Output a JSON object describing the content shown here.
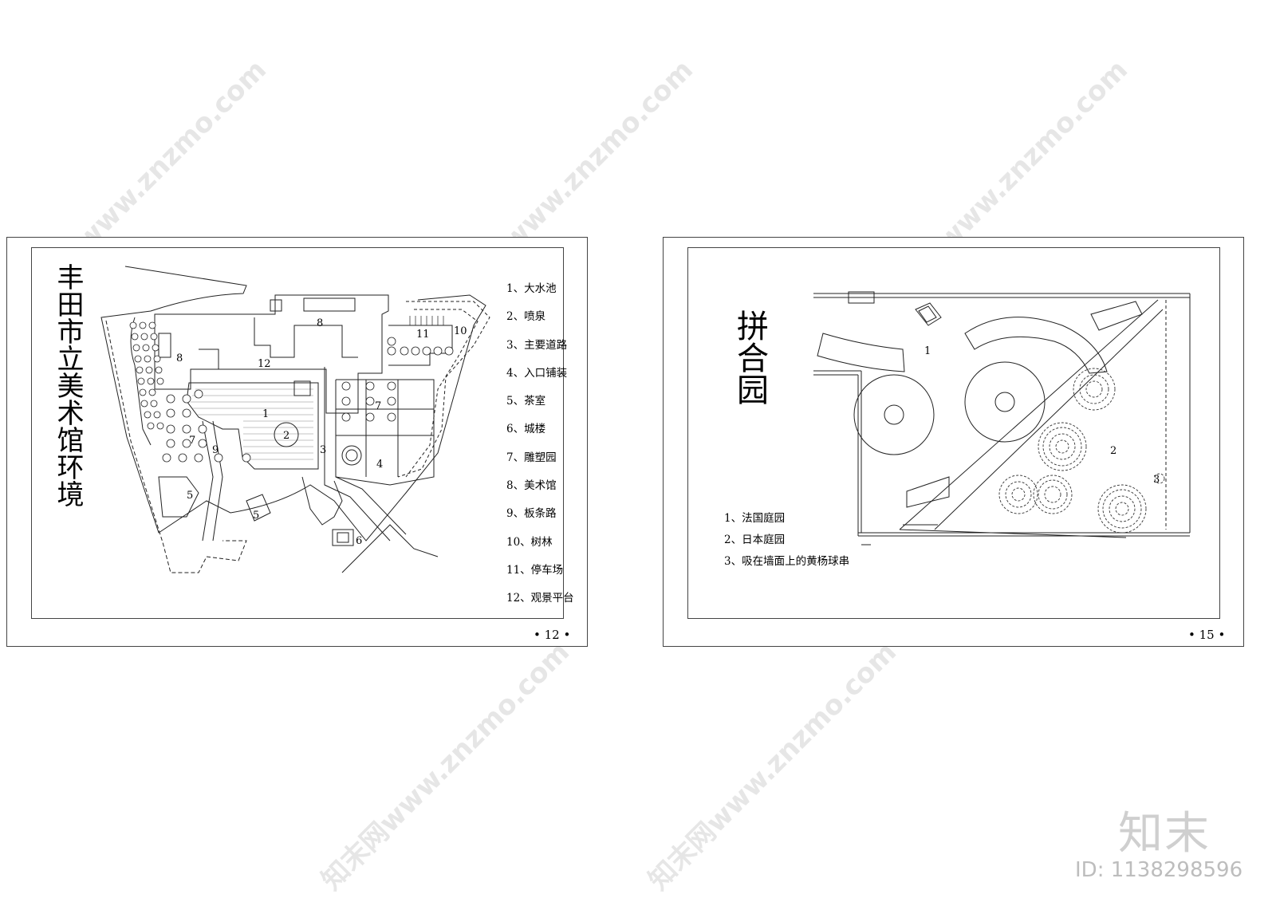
{
  "left_sheet": {
    "title": "丰田市立美术馆环境",
    "legend": [
      "1、大水池",
      "2、喷泉",
      "3、主要道路",
      "4、入口铺装",
      "5、茶室",
      "6、城楼",
      "7、雕塑园",
      "8、美术馆",
      "9、板条路",
      "10、树林",
      "11、停车场",
      "12、观景平台"
    ],
    "page_number": "• 12 •",
    "plan_labels": {
      "l1": "1",
      "l2": "2",
      "l3": "3",
      "l4": "4",
      "l5a": "5",
      "l5b": "5",
      "l6": "6",
      "l7a": "7",
      "l7b": "7",
      "l8a": "8",
      "l8b": "8",
      "l9": "9",
      "l10": "10",
      "l11": "11",
      "l12": "12"
    }
  },
  "right_sheet": {
    "title": "拼合园",
    "legend": [
      "1、法国庭园",
      "2、日本庭园",
      "3、吸在墙面上的黄杨球串"
    ],
    "page_number": "• 15 •",
    "plan_labels": {
      "l1": "1",
      "l2": "2",
      "l3": "3"
    }
  },
  "watermark": {
    "text": "知末网www.znzmo.com"
  },
  "brand": {
    "logo": "知末",
    "id": "ID: 1138298596"
  }
}
